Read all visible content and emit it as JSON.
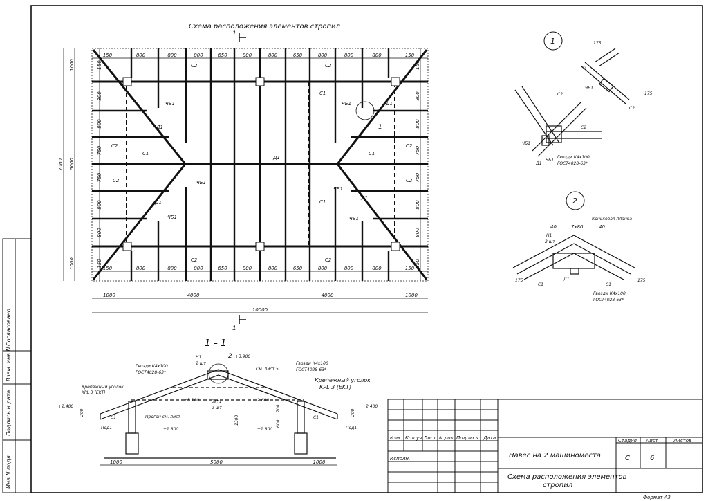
{
  "plan": {
    "title": "Схема расположения элементов стропил",
    "cut_label": "1",
    "section_tail_label": "1",
    "top_dims": [
      "150",
      "800",
      "800",
      "800",
      "650",
      "800",
      "800",
      "650",
      "800",
      "800",
      "800",
      "150"
    ],
    "bottom_dims": [
      "150",
      "800",
      "800",
      "800",
      "650",
      "800",
      "800",
      "650",
      "800",
      "800",
      "800",
      "150"
    ],
    "left_dims": [
      "150",
      "800",
      "800",
      "750",
      "750",
      "800",
      "800",
      "150"
    ],
    "right_dims": [
      "150",
      "800",
      "800",
      "750",
      "750",
      "800",
      "800",
      "150"
    ],
    "outer_left_dims": [
      "1000",
      "5000",
      "1000"
    ],
    "total_height": "7000",
    "bottom_chain": [
      "1000",
      "4000",
      "4000",
      "1000"
    ],
    "total_width": "10000",
    "labels": {
      "s1": "С1",
      "s2": "С2",
      "d1": "Д1",
      "chb1": "ЧБ1",
      "node1": "1"
    }
  },
  "detail1": {
    "number": "1",
    "labels": {
      "c2": "С2",
      "chb1": "ЧБ1",
      "d1": "Д1",
      "c1": "С1",
      "dim175": "175",
      "nails": "Гвозди К4х100",
      "gost": "ГОСТ4028-63*"
    }
  },
  "detail2": {
    "number": "2",
    "labels": {
      "ridge_plate": "Коньковая планка",
      "n1": "Н1",
      "qty": "2 шт",
      "d40a": "40",
      "d7x80": "7х80",
      "d40b": "40",
      "c1a": "С1",
      "c1b": "С1",
      "d1": "Д1",
      "dim175a": "175",
      "dim175b": "175",
      "nails": "Гвозди К4х100",
      "gost": "ГОСТ4028-63*"
    }
  },
  "section": {
    "title": "1 – 1",
    "node2": "2",
    "labels": {
      "n1": "Н1",
      "qty": "2 шт",
      "elev_top": "+3.900",
      "sheet_ref": "См. лист 5",
      "nails": "Гвозди К4х100",
      "gost": "ГОСТ4028-63*",
      "bracket_left": "Крепежный уголок",
      "bracket_left_model": "KPL 3 (EKT)",
      "bracket_right": "Крепежный уголок",
      "bracket_right_model": "KPL 3 (EKT)",
      "elev_2400_left": "+2.400",
      "elev_2400_right": "+2.400",
      "elev_3100": "+3.100",
      "elev_2600": "2.600",
      "zatyazhka": "Зат1",
      "zat_qty": "2 шт",
      "progon": "Прогон см. лист",
      "elev_1800a": "+1.800",
      "elev_1800b": "+1.800",
      "c1_left": "С1",
      "c1_right": "С1",
      "pod_left": "Под1",
      "pod_right": "Под1",
      "d200a": "200",
      "d200b": "200",
      "d1300": "1300",
      "d600": "600",
      "d200c": "200"
    },
    "bottom_dims": [
      "1000",
      "5000",
      "1000"
    ]
  },
  "side_stamp": {
    "agreed": "Согласовано",
    "inv_zam": "Взам. инв.N",
    "sign_date": "Подпись и дата",
    "inv_podl": "Инв.N подл."
  },
  "title_block": {
    "col_izm": "Изм.",
    "col_kol": "Кол.уч",
    "col_list": "Лист",
    "col_ndok": "N док.",
    "col_podpis": "Подпись",
    "col_data": "Дата",
    "ispoln": "Исполн.",
    "project": "Навес на 2 машиноместа",
    "stage_h": "Стадия",
    "sheet_h": "Лист",
    "sheets_h": "Листов",
    "stage": "С",
    "sheet": "6",
    "sheets": "",
    "sheet_title_1": "Схема расположения элементов",
    "sheet_title_2": "стропил"
  },
  "format": "Формат А3"
}
